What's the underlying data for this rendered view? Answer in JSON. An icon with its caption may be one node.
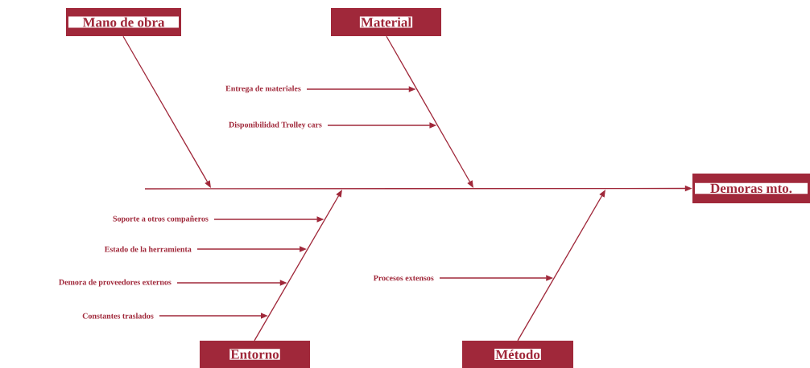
{
  "diagram": {
    "nodes": [
      {
        "text": [
          "Mano de obra"
        ]
      },
      {
        "text": [
          "Material"
        ]
      },
      {
        "text": [
          "Entrega de materiales"
        ]
      },
      {
        "text": [
          "Disponibilidad Trolley cars"
        ]
      },
      {
        "text": [
          "Demoras mto."
        ]
      },
      {
        "text": [
          "Soporte a otros compañeros"
        ]
      },
      {
        "text": [
          "Estado de la herramienta"
        ]
      },
      {
        "text": [
          "Demora de proveedores externos"
        ]
      },
      {
        "text": [
          "Constantes traslados"
        ]
      },
      {
        "text": [
          "Procesos extensos"
        ]
      },
      {
        "text": [
          "Entorno"
        ]
      },
      {
        "text": [
          "Método"
        ]
      }
    ],
    "edges": [
      {
        "from": null,
        "to": 4,
        "arrow": "to"
      },
      {
        "from": 0,
        "to": null,
        "arrow": "to"
      },
      {
        "from": 1,
        "to": null,
        "arrow": "to"
      },
      {
        "from": 10,
        "to": null,
        "arrow": "to"
      },
      {
        "from": 11,
        "to": null,
        "arrow": "to"
      },
      {
        "from": 2,
        "to": null,
        "arrow": "to"
      },
      {
        "from": 3,
        "to": null,
        "arrow": "to"
      },
      {
        "from": 5,
        "to": null,
        "arrow": "to"
      },
      {
        "from": 6,
        "to": null,
        "arrow": "to"
      },
      {
        "from": 7,
        "to": null,
        "arrow": "to"
      },
      {
        "from": 8,
        "to": null,
        "arrow": "to"
      },
      {
        "from": 9,
        "to": null,
        "arrow": "to"
      }
    ]
  }
}
